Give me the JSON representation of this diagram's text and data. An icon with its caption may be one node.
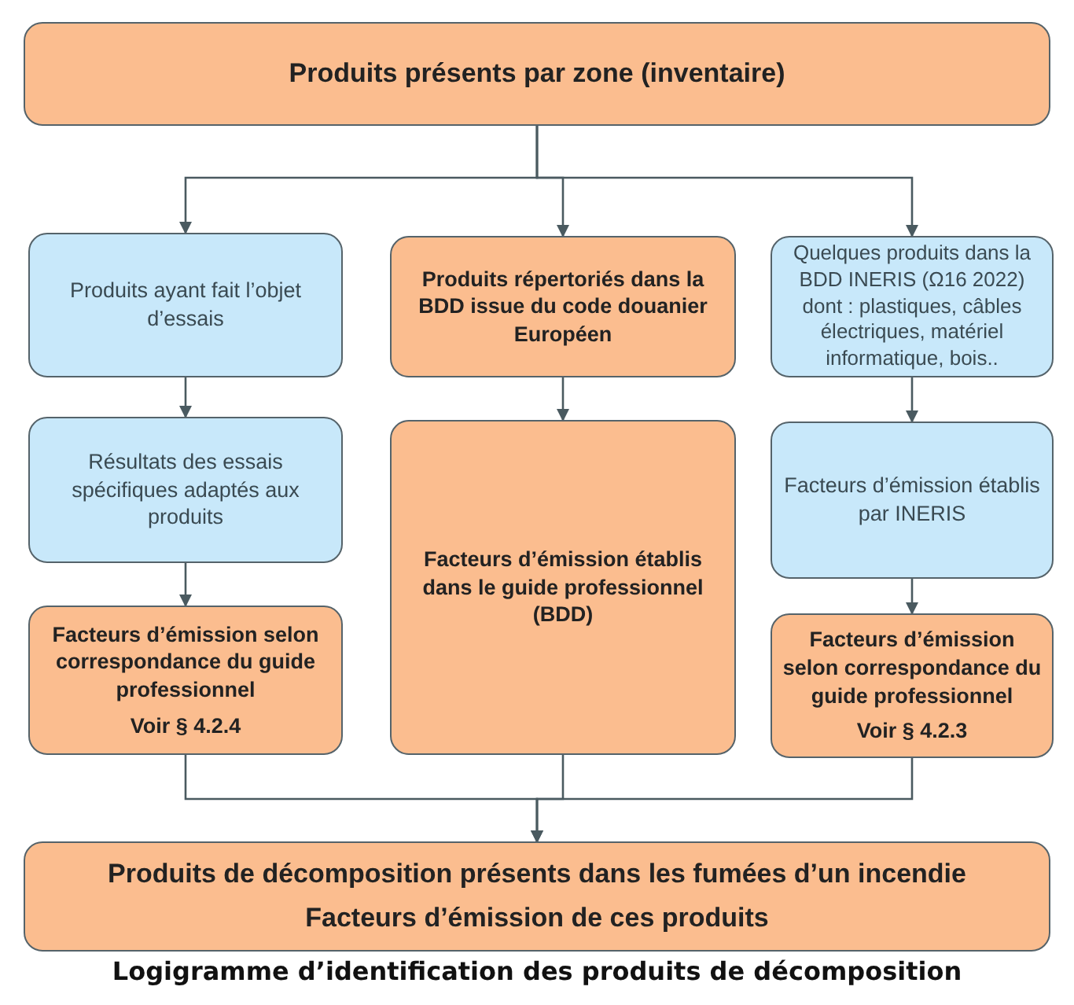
{
  "diagram": {
    "caption": "Logigramme d’identification des produits de décomposition",
    "nodes": [
      {
        "text": [
          "Produits présents par zone (inventaire)"
        ]
      },
      {
        "text": [
          "Produits ayant fait l’objet d’essais"
        ]
      },
      {
        "text": [
          "Produits répertoriés dans la BDD issue du code douanier Européen"
        ]
      },
      {
        "text": [
          "Quelques produits dans la BDD INERIS (Ω16 2022) dont : plastiques, câbles électriques, matériel informatique, bois.."
        ]
      },
      {
        "text": [
          "Résultats des essais spécifiques adaptés aux produits"
        ]
      },
      {
        "text": [
          "Facteurs d’émission établis dans le guide professionnel (BDD)"
        ]
      },
      {
        "text": [
          "Facteurs d’émission établis par INERIS"
        ]
      },
      {
        "text": [
          "Facteurs d’émission selon correspondance du guide professionnel",
          "Voir § 4.2.4"
        ]
      },
      {
        "text": [
          "Facteurs d’émission selon correspondance du guide professionnel",
          "Voir § 4.2.3"
        ]
      },
      {
        "text": [
          "Produits de décomposition présents dans les fumées d’un incendie",
          "Facteurs d’émission de ces produits"
        ]
      }
    ],
    "edges": [
      {
        "from": 0,
        "to": 1,
        "arrow": "to"
      },
      {
        "from": 0,
        "to": 2,
        "arrow": "to"
      },
      {
        "from": 0,
        "to": 3,
        "arrow": "to"
      },
      {
        "from": 1,
        "to": 4,
        "arrow": "to"
      },
      {
        "from": 4,
        "to": 7,
        "arrow": "to"
      },
      {
        "from": 2,
        "to": 5,
        "arrow": "to"
      },
      {
        "from": 3,
        "to": 6,
        "arrow": "to"
      },
      {
        "from": 6,
        "to": 8,
        "arrow": "to"
      },
      {
        "from": 7,
        "to": 9,
        "arrow": "to"
      },
      {
        "from": 5,
        "to": 9,
        "arrow": "to"
      },
      {
        "from": 8,
        "to": 9,
        "arrow": "to"
      }
    ]
  }
}
